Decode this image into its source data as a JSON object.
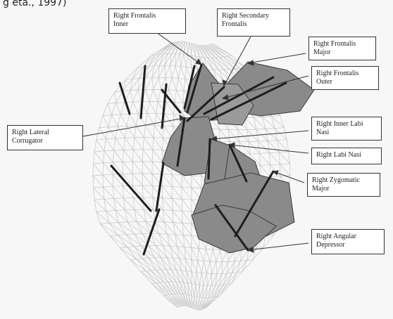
{
  "caption_fragment": "g eta., 1997)",
  "labels": {
    "right_frontalis_inner": "Right Frontalis\nInner",
    "right_secondary_frontalis": "Right Secondary\nFrontalis",
    "right_frontalis_major": "Right Frontalis\nMajor",
    "right_frontalis_outer": "Right Frontalis\nOuter",
    "right_lateral_corrugator": "Right Lateral\nCorrugator",
    "right_inner_labi_nasi": "Right Inner Labi\nNasi",
    "right_labi_nasi": "Right Labi Nasi",
    "right_zygomatic_major": "Right Zygomatic\nMajor",
    "right_angular_depressor": "Right Angular\nDepressor"
  },
  "colors": {
    "mesh": "#c4c4c4",
    "muscle_fill": "#8a8a8a",
    "muscle_stroke": "#3a3a3a",
    "muscle_vector": "#1e1e1e",
    "leader_line": "#333333"
  }
}
